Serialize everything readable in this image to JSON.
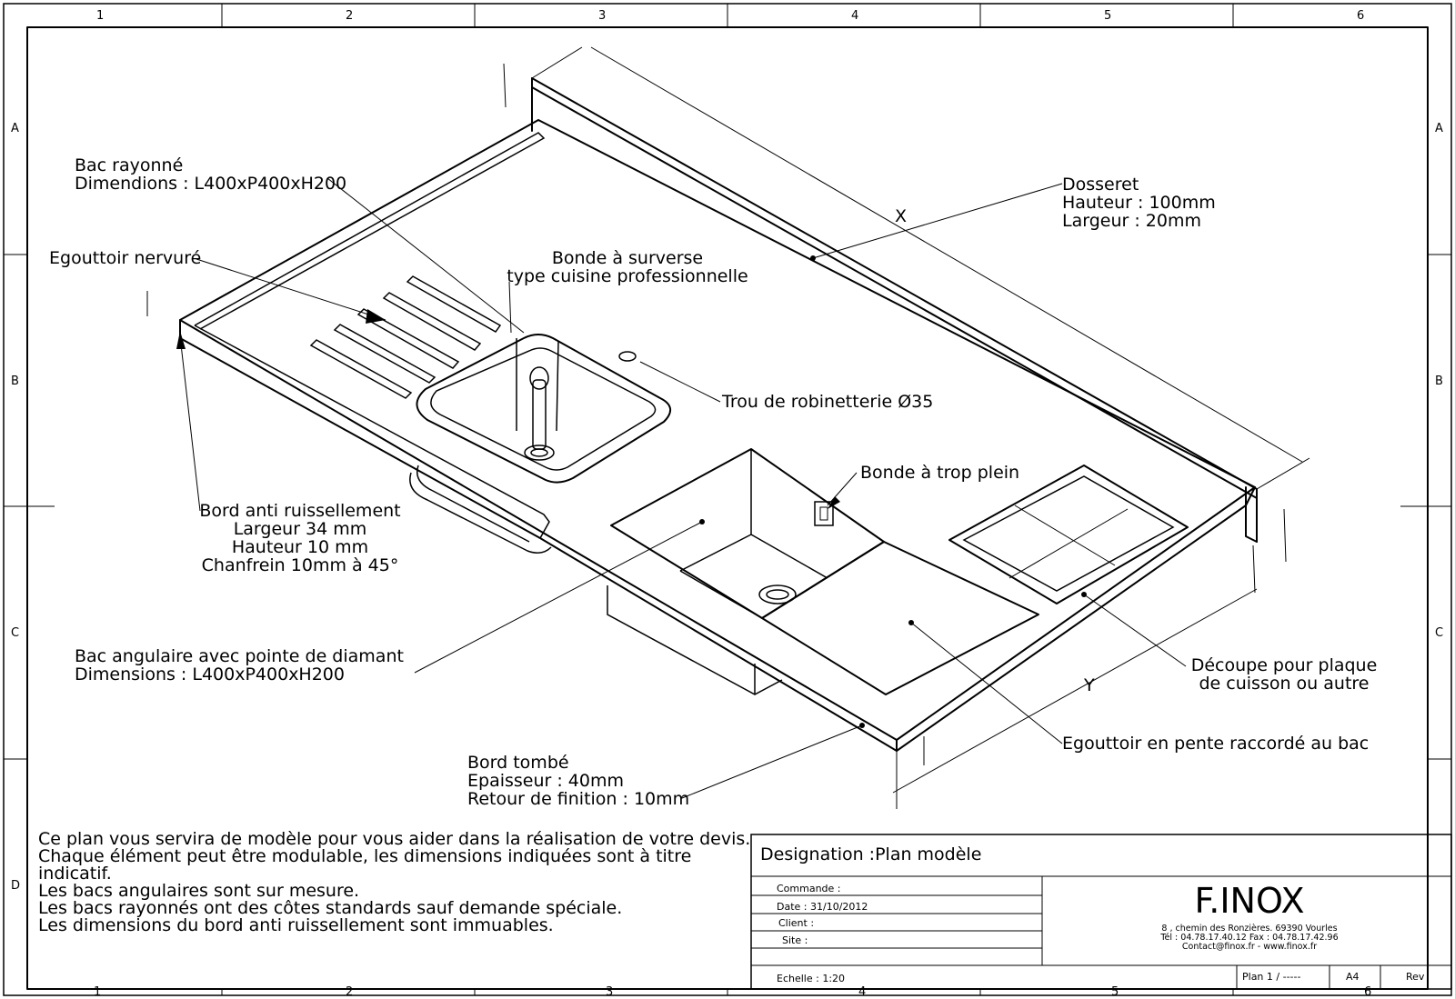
{
  "grid": {
    "cols": [
      "1",
      "2",
      "3",
      "4",
      "5",
      "6"
    ],
    "rows": [
      "A",
      "B",
      "C",
      "D"
    ]
  },
  "callouts": {
    "bac_rayonne": [
      "Bac rayonné",
      "Dimendions : L400xP400xH200"
    ],
    "egouttoir_nervure": [
      "Egouttoir nervuré"
    ],
    "bonde_surverse": [
      "Bonde à surverse",
      "type cuisine professionnelle"
    ],
    "dosseret": [
      "Dosseret",
      "Hauteur : 100mm",
      "Largeur : 20mm"
    ],
    "trou_robinetterie": [
      "Trou de robinetterie Ø35"
    ],
    "bonde_trop_plein": [
      "Bonde à trop plein"
    ],
    "bord_anti": [
      "Bord anti ruissellement",
      "Largeur 34 mm",
      "Hauteur 10 mm",
      "Chanfrein 10mm à 45°"
    ],
    "bac_angulaire": [
      "Bac angulaire avec pointe de diamant",
      "Dimensions : L400xP400xH200"
    ],
    "decoupe": [
      "Découpe pour plaque",
      "de cuisson ou autre"
    ],
    "egouttoir_pente": [
      "Egouttoir en pente raccordé au bac"
    ],
    "bord_tombe": [
      "Bord tombé",
      "Epaisseur : 40mm",
      "Retour de finition : 10mm"
    ]
  },
  "dim_labels": {
    "x": "X",
    "y": "Y"
  },
  "notes": [
    "Ce plan vous servira de modèle pour vous aider dans la réalisation de votre devis.",
    "Chaque élément peut être modulable, les dimensions indiquées sont à titre",
    "indicatif.",
    "Les bacs angulaires sont sur  mesure.",
    "Les bacs rayonnés ont des côtes standards sauf demande spéciale.",
    "Les dimensions du bord anti ruissellement sont immuables."
  ],
  "title_block": {
    "designation": "Designation :Plan modèle",
    "commande": "Commande :",
    "date": "Date : 31/10/2012",
    "client": "Client :",
    "site": "Site :",
    "brand": "F.INOX",
    "address": "8 , chemin des Ronzières. 69390 Vourles",
    "phone": "Tél : 04.78.17.40.12  Fax : 04.78.17.42.96",
    "contact": "Contact@finox.fr - www.finox.fr",
    "echelle": "Echelle  :  1:20",
    "plan": "Plan 1 / -----",
    "format": "A4",
    "rev": "Rev"
  }
}
